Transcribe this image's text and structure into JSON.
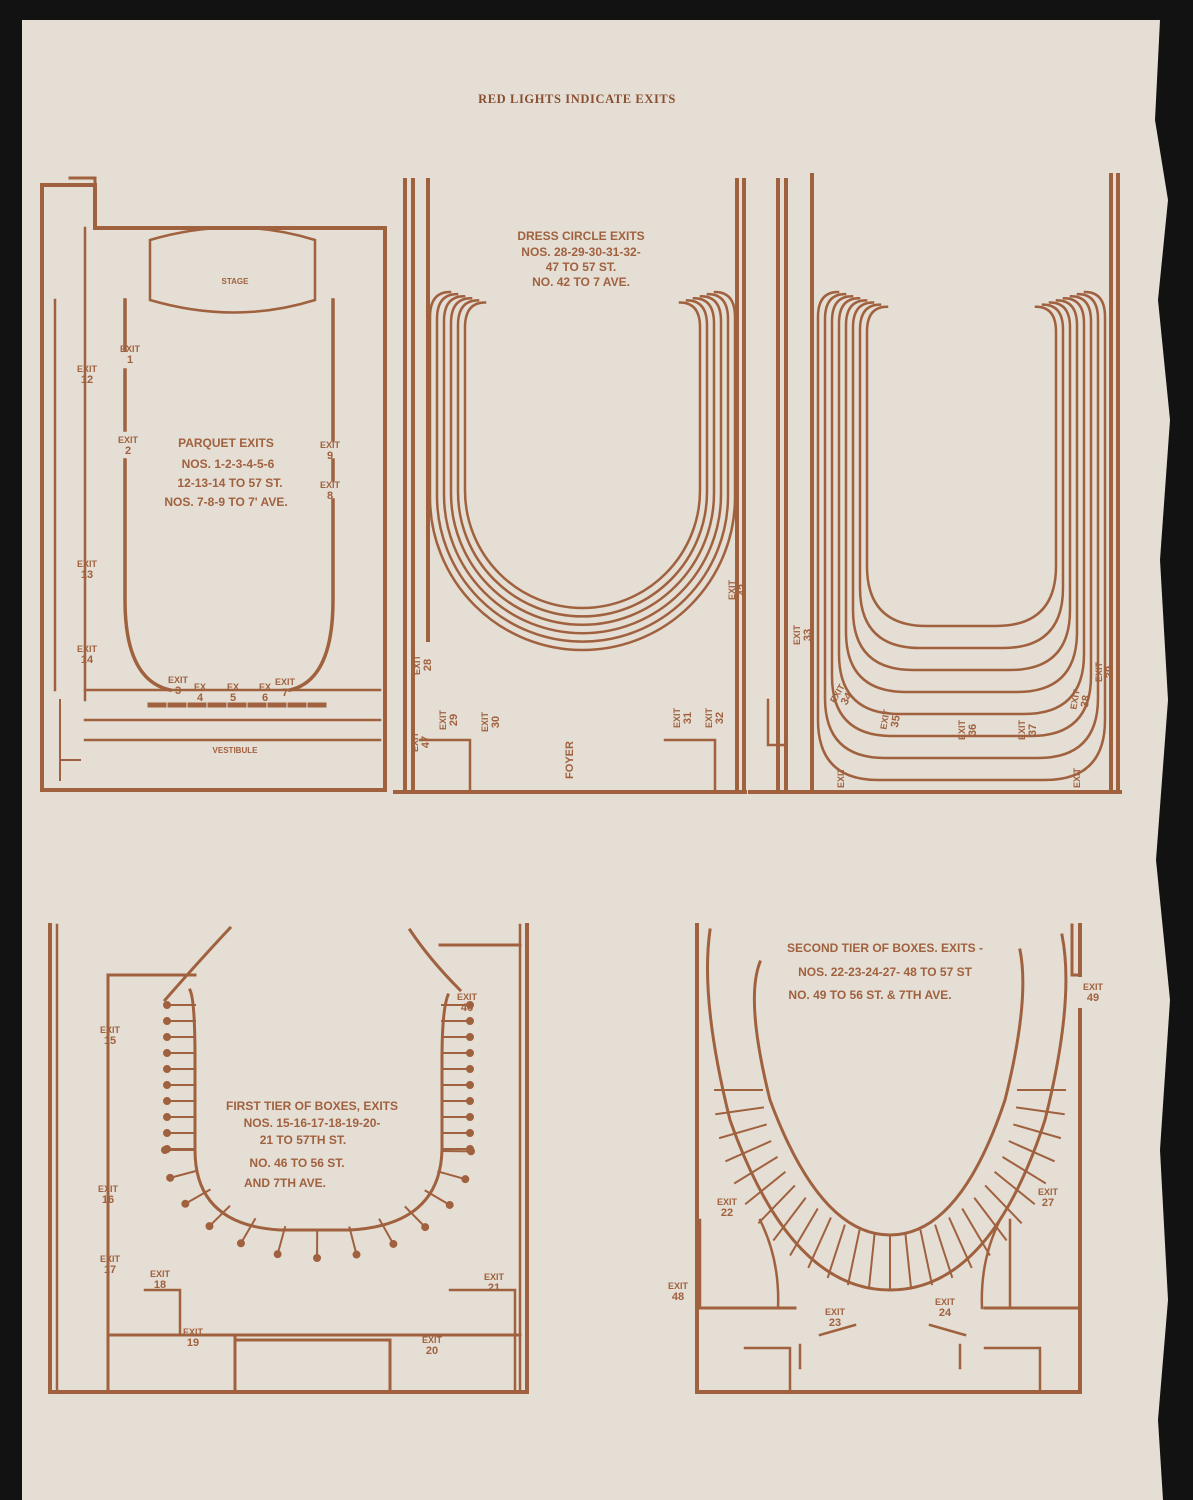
{
  "header": {
    "title": "RED LIGHTS INDICATE EXITS"
  },
  "colors": {
    "paper": "#e5ded4",
    "ink": "#a0613f",
    "background": "#121212"
  },
  "parquet": {
    "heading": "PARQUET EXITS",
    "lines": [
      "NOS. 1-2-3-4-5-6",
      "12-13-14 TO 57 ST.",
      "NOS. 7-8-9 TO 7' AVE."
    ],
    "stage": "STAGE",
    "vestibule": "VESTIBULE",
    "exits": [
      {
        "word": "EXIT",
        "num": "1"
      },
      {
        "word": "EXIT",
        "num": "12"
      },
      {
        "word": "EXIT",
        "num": "2"
      },
      {
        "word": "EXIT",
        "num": "9"
      },
      {
        "word": "EXIT",
        "num": "8"
      },
      {
        "word": "EXIT",
        "num": "13"
      },
      {
        "word": "EXIT",
        "num": "14"
      },
      {
        "word": "EXIT",
        "num": "3"
      },
      {
        "word": "EX",
        "num": "4"
      },
      {
        "word": "EX",
        "num": "5"
      },
      {
        "word": "EX",
        "num": "6"
      },
      {
        "word": "EXIT",
        "num": "7"
      }
    ]
  },
  "dress_circle": {
    "heading": "DRESS CIRCLE EXITS",
    "lines": [
      "NOS. 28-29-30-31-32-",
      "47 TO 57 ST.",
      "NO. 42 TO 7 AVE."
    ],
    "foyer": "FOYER",
    "exits": [
      {
        "word": "EXIT",
        "num": "28"
      },
      {
        "word": "EXIT",
        "num": "47"
      },
      {
        "word": "EXIT",
        "num": "29"
      },
      {
        "word": "EXIT",
        "num": "30"
      },
      {
        "word": "EXIT",
        "num": "42"
      },
      {
        "word": "EXIT",
        "num": "31"
      },
      {
        "word": "EXIT",
        "num": "32"
      }
    ]
  },
  "balcony": {
    "exits": [
      {
        "word": "EXIT",
        "num": "33"
      },
      {
        "word": "EXIT",
        "num": "34"
      },
      {
        "word": "EXIT",
        "num": "35"
      },
      {
        "word": "EXIT",
        "num": "36"
      },
      {
        "word": "EXIT",
        "num": "37"
      },
      {
        "word": "EXIT",
        "num": "38"
      },
      {
        "word": "EXIT",
        "num": "39"
      },
      {
        "word": "EXIT",
        "num": ""
      },
      {
        "word": "EXIT",
        "num": ""
      }
    ]
  },
  "first_tier": {
    "heading": "FIRST TIER OF BOXES, EXITS",
    "lines": [
      "NOS. 15-16-17-18-19-20-",
      "21 TO 57TH ST.",
      "NO. 46 TO 56 ST.",
      "AND 7TH AVE."
    ],
    "exits": [
      {
        "word": "EXIT",
        "num": "15"
      },
      {
        "word": "EXIT",
        "num": "16"
      },
      {
        "word": "EXIT",
        "num": "17"
      },
      {
        "word": "EXIT",
        "num": "18"
      },
      {
        "word": "EXIT",
        "num": "19"
      },
      {
        "word": "EXIT",
        "num": "21"
      },
      {
        "word": "EXIT",
        "num": "20"
      },
      {
        "word": "EXIT",
        "num": "46"
      }
    ]
  },
  "second_tier": {
    "heading": "SECOND TIER OF BOXES. EXITS -",
    "lines": [
      "NOS. 22-23-24-27- 48 TO 57 ST",
      "NO. 49 TO 56 ST. & 7TH AVE."
    ],
    "exits": [
      {
        "word": "EXIT",
        "num": "49"
      },
      {
        "word": "EXIT",
        "num": "22"
      },
      {
        "word": "EXIT",
        "num": "27"
      },
      {
        "word": "EXIT",
        "num": "48"
      },
      {
        "word": "EXIT",
        "num": "23"
      },
      {
        "word": "EXIT",
        "num": "24"
      }
    ]
  }
}
